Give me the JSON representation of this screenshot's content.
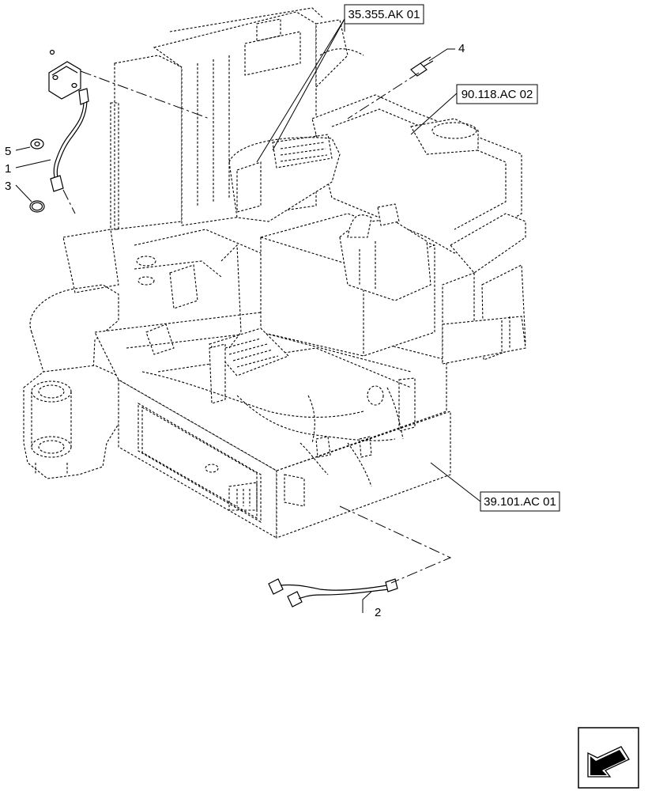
{
  "references": [
    {
      "id": "ref-35355",
      "label": "35.355.AK 01"
    },
    {
      "id": "ref-90118",
      "label": "90.118.AC 02"
    },
    {
      "id": "ref-39101",
      "label": "39.101.AC 01"
    }
  ],
  "callouts": [
    {
      "id": "callout-1",
      "label": "1"
    },
    {
      "id": "callout-2",
      "label": "2"
    },
    {
      "id": "callout-3",
      "label": "3"
    },
    {
      "id": "callout-4",
      "label": "4"
    },
    {
      "id": "callout-5",
      "label": "5"
    }
  ],
  "nav_icon": {
    "name": "next-page-arrow-icon"
  }
}
